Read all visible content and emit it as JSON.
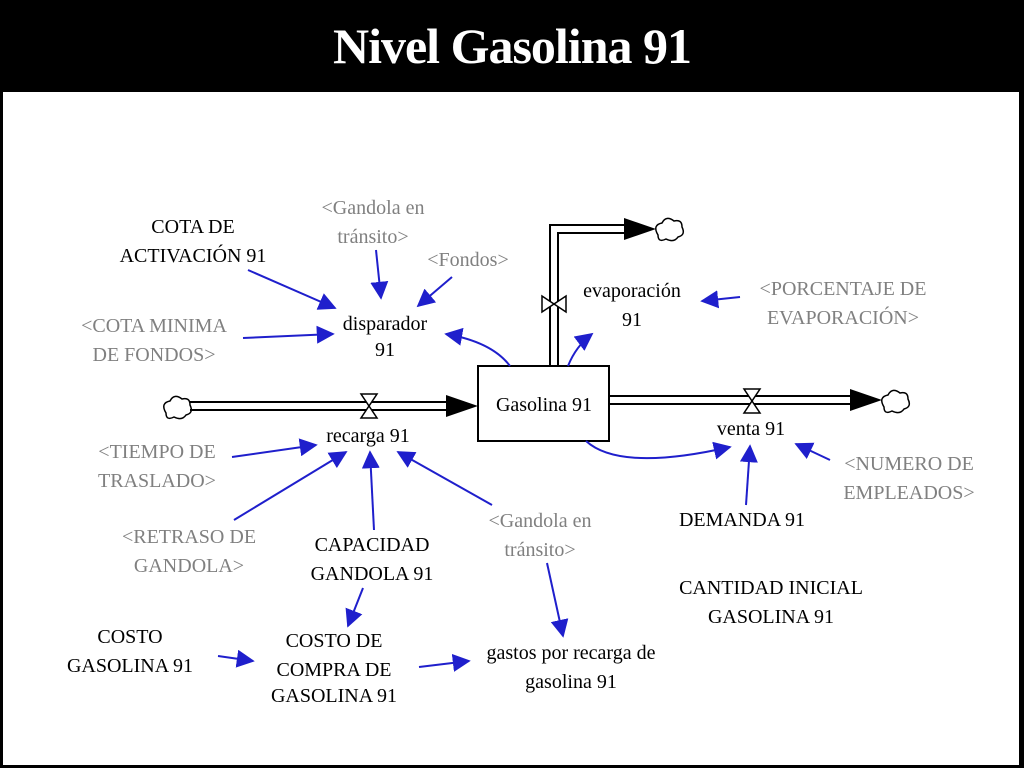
{
  "title": "Nivel Gasolina 91",
  "stock": {
    "name": "Gasolina 91"
  },
  "flows": {
    "recarga": "recarga 91",
    "venta": "venta 91",
    "evaporacion": [
      "evaporación",
      "91"
    ]
  },
  "variables": {
    "cota_activacion": [
      "COTA DE",
      "ACTIVACIÓN 91"
    ],
    "gandola_transito_top": [
      "<Gandola en",
      "tránsito>"
    ],
    "fondos": "<Fondos>",
    "cota_minima": [
      "<COTA MINIMA",
      "DE FONDOS>"
    ],
    "disparador": [
      "disparador",
      "91"
    ],
    "porcentaje_evaporacion": [
      "<PORCENTAJE DE",
      "EVAPORACIÓN>"
    ],
    "tiempo_traslado": [
      "<TIEMPO DE",
      "TRASLADO>"
    ],
    "retraso_gandola": [
      "<RETRASO DE",
      "GANDOLA>"
    ],
    "capacidad_gandola": [
      "CAPACIDAD",
      "GANDOLA 91"
    ],
    "gandola_transito_bottom": [
      "<Gandola en",
      "tránsito>"
    ],
    "numero_empleados": [
      "<NUMERO DE",
      "EMPLEADOS>"
    ],
    "demanda": "DEMANDA 91",
    "cantidad_inicial": [
      "CANTIDAD INICIAL",
      "GASOLINA 91"
    ],
    "costo_gasolina": [
      "COSTO",
      "GASOLINA 91"
    ],
    "costo_compra": [
      "COSTO DE",
      "COMPRA DE",
      "GASOLINA 91"
    ],
    "gastos_recarga": [
      "gastos por recarga de",
      "gasolina 91"
    ]
  },
  "colors": {
    "link": "#1f1fcc",
    "shadow_text": "#808080",
    "title_bg": "#000000",
    "title_fg": "#ffffff"
  }
}
